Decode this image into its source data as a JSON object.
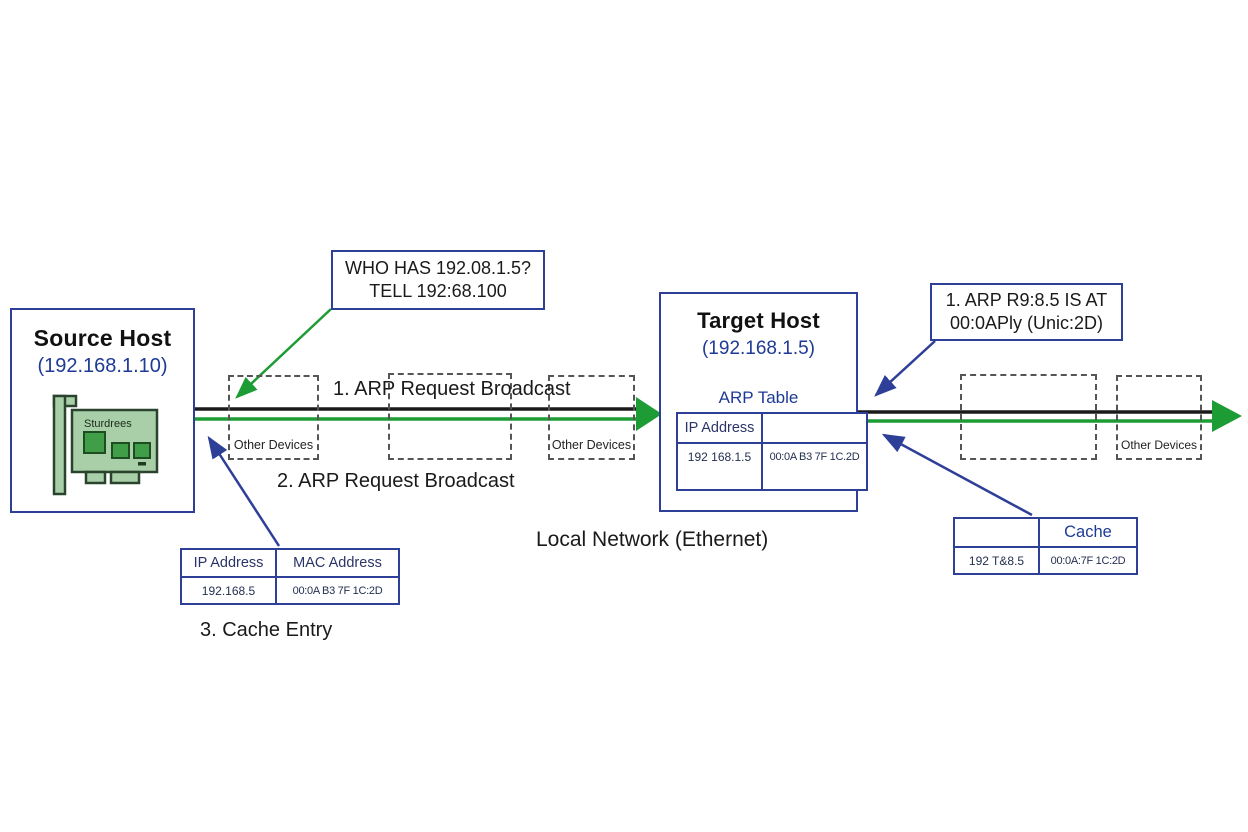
{
  "source_host": {
    "title": "Source Host",
    "ip": "(192.168.1.10)",
    "nic_label": "Sturdrees"
  },
  "target_host": {
    "title": "Target Host",
    "ip": "(192.168.1.5)",
    "arp_table": {
      "title": "ARP Table",
      "headers": [
        "IP Address",
        ""
      ],
      "row": [
        "192 168.1.5",
        "00:0A B3 7F 1C.2D"
      ]
    }
  },
  "request_bubble": {
    "line1": "WHO HAS 192.08.1.5?",
    "line2": "TELL 192:68.100"
  },
  "reply_box": {
    "line1": "1. ARP R9:8.5 IS AT",
    "line2": "00:0APly (Unic:2D)"
  },
  "labels": {
    "arp_request_1": "1. ARP Request Broadcast",
    "arp_request_2": "2. ARP Request Broadcast",
    "local_network": "Local Network (Ethernet)",
    "cache_entry": "3. Cache Entry"
  },
  "left_cache_table": {
    "headers": [
      "IP Address",
      "MAC Address"
    ],
    "row": [
      "192.168.5",
      "00:0A B3 7F 1C:2D"
    ]
  },
  "right_cache_table": {
    "headers": [
      "",
      "Cache"
    ],
    "row": [
      "192 T&8.5",
      "00:0A:7F 1C:2D"
    ]
  },
  "other_devices_label": "Other Devices",
  "colors": {
    "blue_border": "#2e3f98",
    "blue_text": "#1e3a96",
    "green": "#1d9b34",
    "black_line": "#1a1a1a"
  }
}
